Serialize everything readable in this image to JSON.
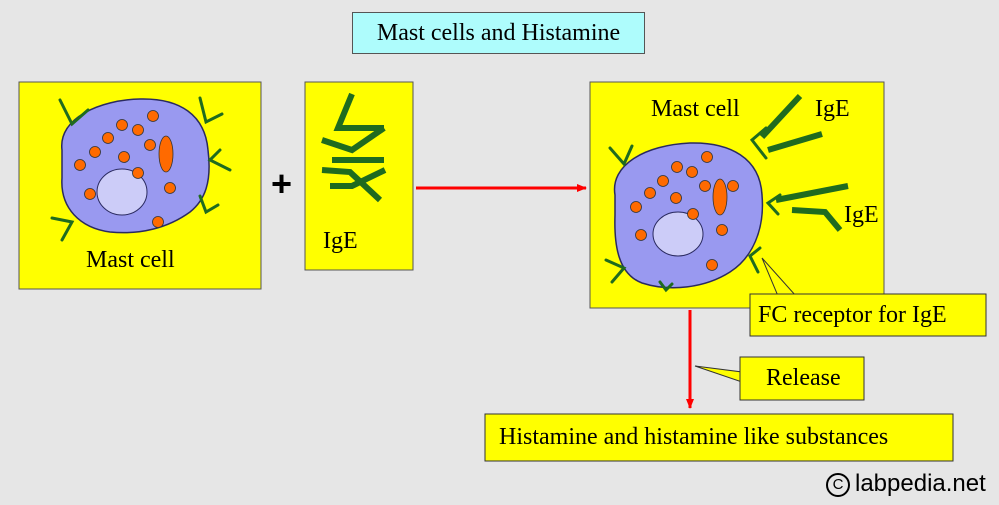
{
  "title": "Mast cells and Histamine",
  "panel1": {
    "label": "Mast cell"
  },
  "plus_sign": "+",
  "panel2": {
    "label": "IgE"
  },
  "panel3": {
    "cell_label": "Mast cell",
    "ige_label_top": "IgE",
    "ige_label_right": "IgE"
  },
  "callouts": {
    "fc_receptor": "FC receptor for IgE",
    "release": "Release",
    "product": "Histamine and histamine like substances"
  },
  "watermark": {
    "symbol": "C",
    "text": "labpedia.net"
  },
  "colors": {
    "background": "#e6e6e6",
    "panel_fill": "#ffff00",
    "title_fill": "#aefcfc",
    "cell_body": "#9999f0",
    "nucleus": "#ccccf8",
    "granule": "#ff6a00",
    "receptor": "#1f6b1f",
    "arrow": "#ff0000"
  },
  "icons": [
    "ige-antibody-icon",
    "fc-receptor-icon",
    "granule-icon",
    "copyright-icon"
  ]
}
